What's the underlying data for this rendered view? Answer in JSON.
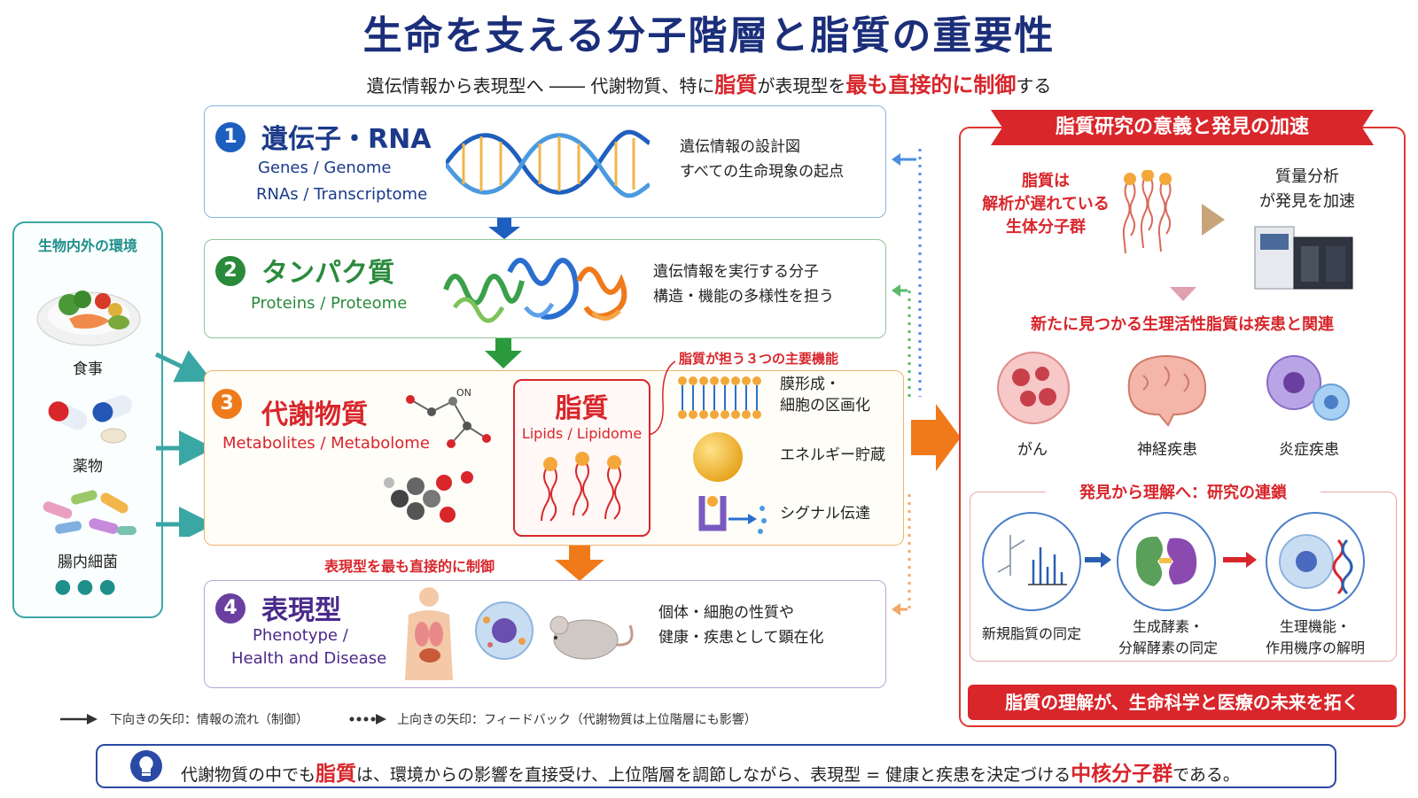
{
  "header": {
    "title": "生命を支える分子階層と脂質の重要性",
    "subtitle_pre": "遺伝情報から表現型へ ―― 代謝物質、特に",
    "subtitle_red1": "脂質",
    "subtitle_mid": "が表現型を",
    "subtitle_red2": "最も直接的に制御",
    "subtitle_post": "する"
  },
  "environment": {
    "title": "生物内外の環境",
    "items": [
      "食事",
      "薬物",
      "腸内細菌"
    ],
    "more": "●●●"
  },
  "levels": {
    "genes": {
      "num": "1",
      "name": "遺伝子・RNA",
      "en1": "Genes / Genome",
      "en2": "RNAs / Transcriptome",
      "desc1": "遺伝情報の設計図",
      "desc2": "すべての生命現象の起点",
      "color": "#1d5fbf"
    },
    "proteins": {
      "num": "2",
      "name": "タンパク質",
      "en1": "Proteins / Proteome",
      "desc1": "遺伝情報を実行する分子",
      "desc2": "構造・機能の多様性を担う",
      "color": "#2a8a3c"
    },
    "metabolites": {
      "num": "3",
      "name": "代謝物質",
      "en1": "Metabolites / Metabolome",
      "molecule_label": "ON",
      "lipid_name": "脂質",
      "lipid_en": "Lipids / Lipidome",
      "functions_title": "脂質が担う３つの主要機能",
      "functions": [
        "膜形成・",
        "細胞の区画化",
        "エネルギー貯蔵",
        "シグナル伝達"
      ],
      "color": "#ee7a1c",
      "red": "#d8262b"
    },
    "phenotype": {
      "num": "4",
      "name": "表現型",
      "en1": "Phenotype /",
      "en2": "Health and Disease",
      "desc1": "個体・細胞の性質や",
      "desc2": "健康・疾患として顕在化",
      "color": "#6a3fa0",
      "arrow_label": "表現型を最も直接的に制御"
    }
  },
  "legend": {
    "down": "下向きの矢印：情報の流れ（制御）",
    "up": "上向きの矢印：フィードバック（代謝物質は上位階層にも影響）"
  },
  "right_panel": {
    "banner": "脂質研究の意義と発見の加速",
    "lipid_note": [
      "脂質は",
      "解析が遅れている",
      "生体分子群"
    ],
    "ms_note": [
      "質量分析",
      "が発見を加速"
    ],
    "disease_title": "新たに見つかる生理活性脂質は疾患と関連",
    "diseases": [
      "がん",
      "神経疾患",
      "炎症疾患"
    ],
    "chain_title": "発見から理解へ：研究の連鎖",
    "chain": [
      [
        "新規脂質の同定"
      ],
      [
        "生成酵素・",
        "分解酵素の同定"
      ],
      [
        "生理機能・",
        "作用機序の解明"
      ]
    ],
    "bottom": "脂質の理解が、生命科学と医療の未来を拓く"
  },
  "bottom_bar": {
    "pre": "代謝物質の中でも",
    "red1": "脂質",
    "mid": "は、環境からの影響を直接受け、上位階層を調節しながら、表現型 = 健康と疾患を決定づける",
    "red2": "中核分子群",
    "post": "である。"
  }
}
